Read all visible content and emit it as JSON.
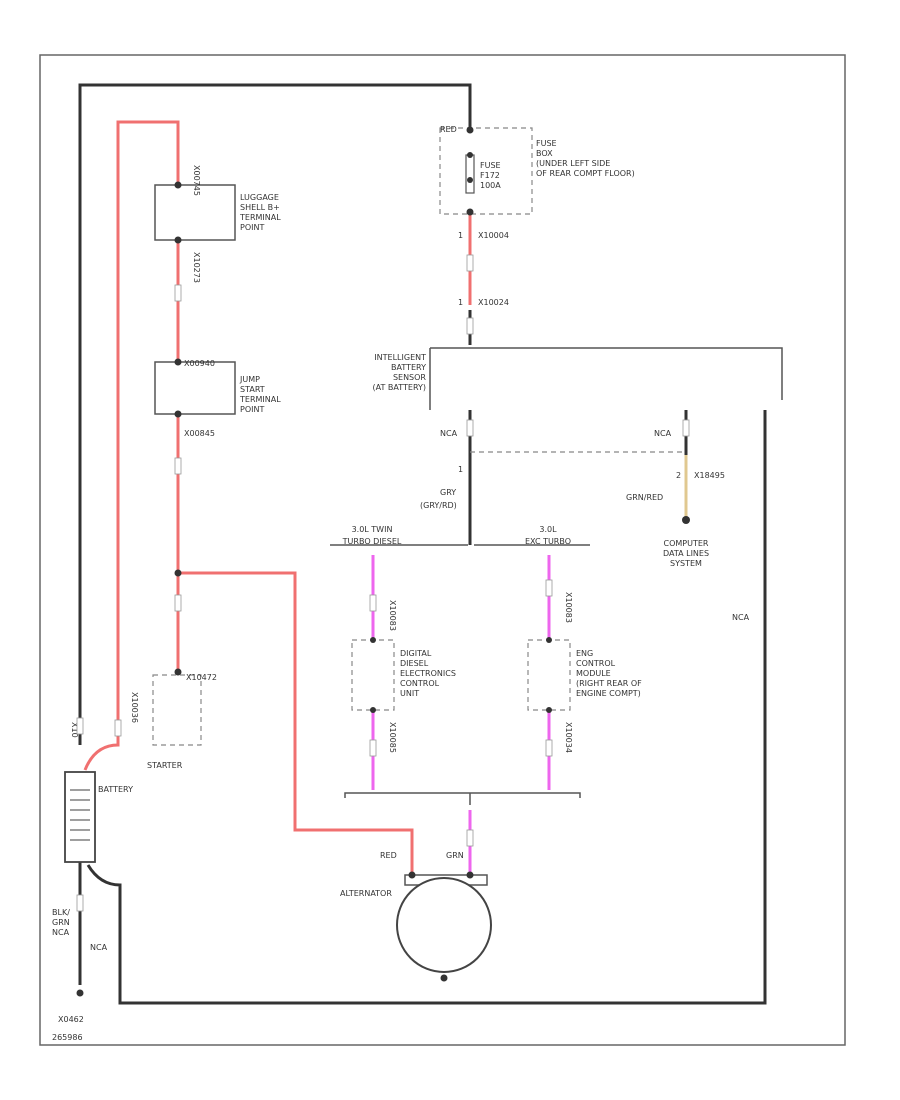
{
  "frame": {
    "id_label": "265986"
  },
  "components": {
    "fuse": {
      "label_lines": [
        "FUSE",
        "BOX",
        "(UNDER LEFT SIDE",
        "OF REAR COMPT FLOOR)"
      ],
      "fuse_lines": [
        "FUSE",
        "F172",
        "100A"
      ]
    },
    "luggage": {
      "label_lines": [
        "LUGGAGE",
        "SHELL B+",
        "TERMINAL",
        "POINT"
      ]
    },
    "jump": {
      "label_lines": [
        "JUMP",
        "START",
        "TERMINAL",
        "POINT"
      ]
    },
    "ibs": {
      "label_lines": [
        "INTELLIGENT",
        "BATTERY",
        "SENSOR",
        "(AT BATTERY)"
      ]
    },
    "computer": {
      "label_lines": [
        "COMPUTER",
        "DATA LINES",
        "SYSTEM"
      ]
    },
    "ddecu": {
      "label_lines": [
        "DIGITAL",
        "DIESEL",
        "ELECTRONICS",
        "CONTROL",
        "UNIT"
      ]
    },
    "ecm": {
      "label_lines": [
        "ENG",
        "CONTROL",
        "MODULE",
        "(RIGHT REAR OF",
        "ENGINE COMPT)"
      ]
    },
    "starter": {
      "label": "STARTER"
    },
    "battery": {
      "label": "BATTERY"
    },
    "alternator": {
      "label": "ALTERNATOR"
    }
  },
  "wires": {
    "red_fuse": "RED",
    "nca_ibs": "NCA",
    "nca_comp": "NCA",
    "nca_right": "NCA",
    "nca_bat": "NCA",
    "grn_red": "GRN/RED",
    "gry": "GRY",
    "gry_red": "(GRY/RD)",
    "red_alt": "RED",
    "grn_alt": "GRN",
    "blk_grn_nca": [
      "BLK/",
      "GRN",
      "NCA"
    ]
  },
  "engine_options": {
    "left": [
      "3.0L TWIN",
      "TURBO DIESEL"
    ],
    "right": [
      "3.0L",
      "EXC TURBO"
    ]
  },
  "connectors": {
    "c1": "X10004",
    "c2": "X10024",
    "c3": "1",
    "c4": "X18495",
    "c5": "2",
    "s1": "X00745",
    "s2": "X10273",
    "s3": "X00940",
    "s4": "X00845",
    "s5": "X10472",
    "s6": "X10083",
    "s7": "X10083",
    "s8": "X10085",
    "s9": "X10034",
    "s10": "X10036",
    "pin1": "1",
    "pin2": "1",
    "x10": "X10",
    "ground": "X0462"
  }
}
